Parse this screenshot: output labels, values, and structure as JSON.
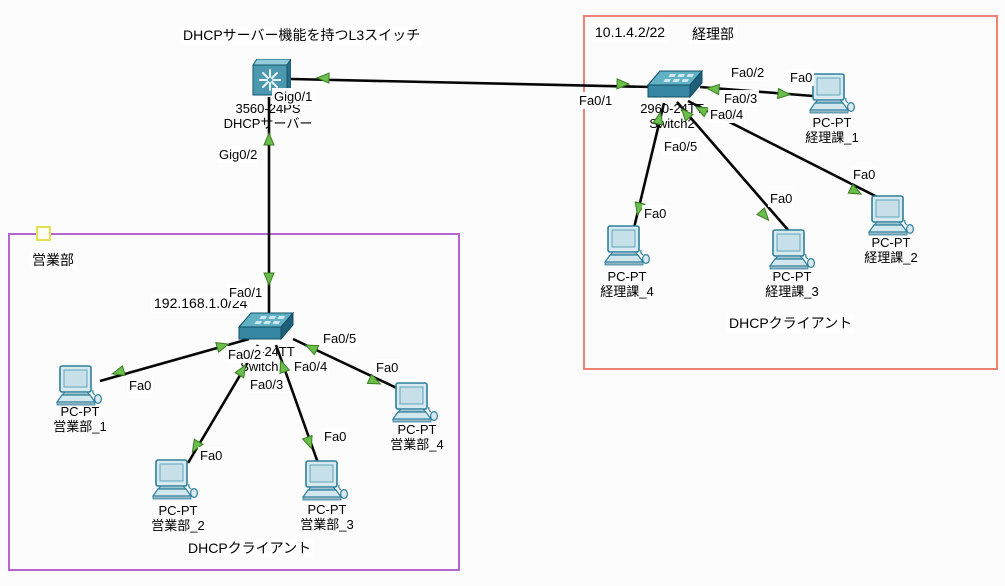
{
  "diagram": {
    "notes": {
      "l3_title": "DHCPサーバー機能を持つL3スイッチ",
      "accounting_subnet": "10.1.4.2/22",
      "accounting_dept": "経理部",
      "accounting_dhcp_clients": "DHCPクライアント",
      "sales_dept": "営業部",
      "sales_subnet": "192.168.1.0/24",
      "sales_dhcp_clients": "DHCPクライアント"
    },
    "devices": {
      "l3": {
        "model": "3560-24PS",
        "name": "DHCPサーバー"
      },
      "switch2": {
        "model": "2960-24TT",
        "name": "Switch2"
      },
      "switch1": {
        "model": "2960-24TT",
        "name": "Switch1"
      },
      "keiri1": {
        "model": "PC-PT",
        "name": "経理課_1"
      },
      "keiri2": {
        "model": "PC-PT",
        "name": "経理課_2"
      },
      "keiri3": {
        "model": "PC-PT",
        "name": "経理課_3"
      },
      "keiri4": {
        "model": "PC-PT",
        "name": "経理課_4"
      },
      "eigyo1": {
        "model": "PC-PT",
        "name": "営業部_1"
      },
      "eigyo2": {
        "model": "PC-PT",
        "name": "営業部_2"
      },
      "eigyo3": {
        "model": "PC-PT",
        "name": "営業部_3"
      },
      "eigyo4": {
        "model": "PC-PT",
        "name": "営業部_4"
      }
    },
    "ports": {
      "l3_gig01": "Gig0/1",
      "l3_gig02": "Gig0/2",
      "sw2_fa01": "Fa0/1",
      "sw2_fa02": "Fa0/2",
      "sw2_fa03": "Fa0/3",
      "sw2_fa04": "Fa0/4",
      "sw2_fa05": "Fa0/5",
      "k1_fa0": "Fa0",
      "k2_fa0": "Fa0",
      "k3_fa0": "Fa0",
      "k4_fa0": "Fa0",
      "sw1_fa01": "Fa0/1",
      "sw1_fa02": "Fa0/2",
      "sw1_fa03": "Fa0/3",
      "sw1_fa04": "Fa0/4",
      "sw1_fa05": "Fa0/5",
      "e1_fa0": "Fa0",
      "e2_fa0": "Fa0",
      "e3_fa0": "Fa0",
      "e4_fa0": "Fa0"
    },
    "colors": {
      "accounting_box": "#ee8174",
      "sales_box": "#b564d2",
      "link": "#060606",
      "link_status_up": "#6abe4c",
      "highlight_square": "#e5df52"
    }
  }
}
